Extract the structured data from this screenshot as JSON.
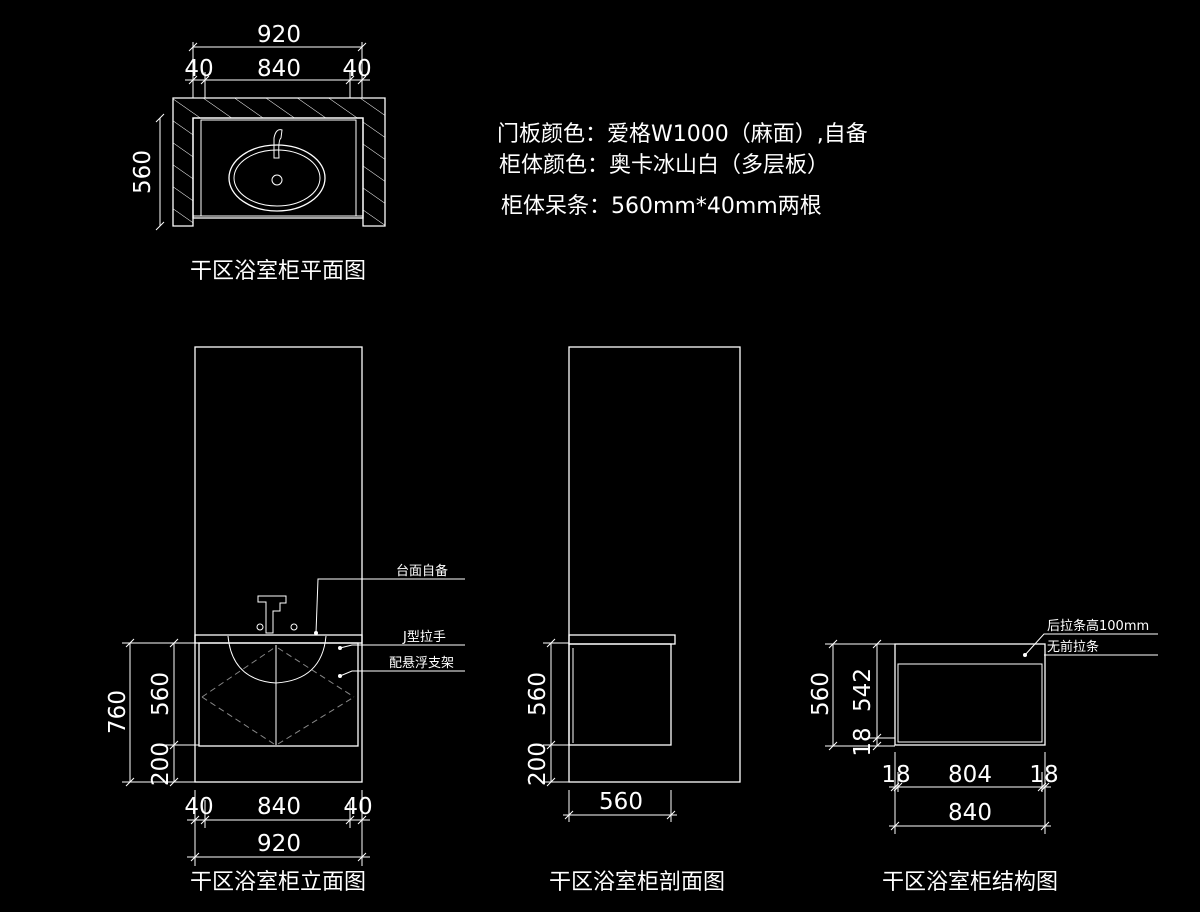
{
  "specs": {
    "door_color": "门板颜色：爱格W1000（麻面）,自备",
    "body_color": "柜体颜色：奥卡冰山白（多层板）",
    "body_strip": "柜体呆条：560mm*40mm两根"
  },
  "plan_view": {
    "title": "干区浴室柜平面图",
    "dim_total": "920",
    "dim_left": "40",
    "dim_mid": "840",
    "dim_right": "40",
    "dim_depth": "560"
  },
  "elevation_view": {
    "title": "干区浴室柜立面图",
    "dim_total_width": "920",
    "dim_left": "40",
    "dim_mid": "840",
    "dim_right": "40",
    "dim_height": "760",
    "dim_cabinet": "560",
    "dim_leg": "200",
    "note_countertop": "台面自备",
    "note_handle": "J型拉手",
    "note_bracket": "配悬浮支架"
  },
  "section_view": {
    "title": "干区浴室柜剖面图",
    "dim_depth": "560",
    "dim_cabinet": "560",
    "dim_leg": "200"
  },
  "structure_view": {
    "title": "干区浴室柜结构图",
    "dim_height": "560",
    "dim_inner": "542",
    "dim_bottom": "18",
    "dim_side_left": "18",
    "dim_inner_width": "804",
    "dim_side_right": "18",
    "dim_width": "840",
    "note_back_strip": "后拉条高100mm",
    "note_no_front": "无前拉条"
  }
}
